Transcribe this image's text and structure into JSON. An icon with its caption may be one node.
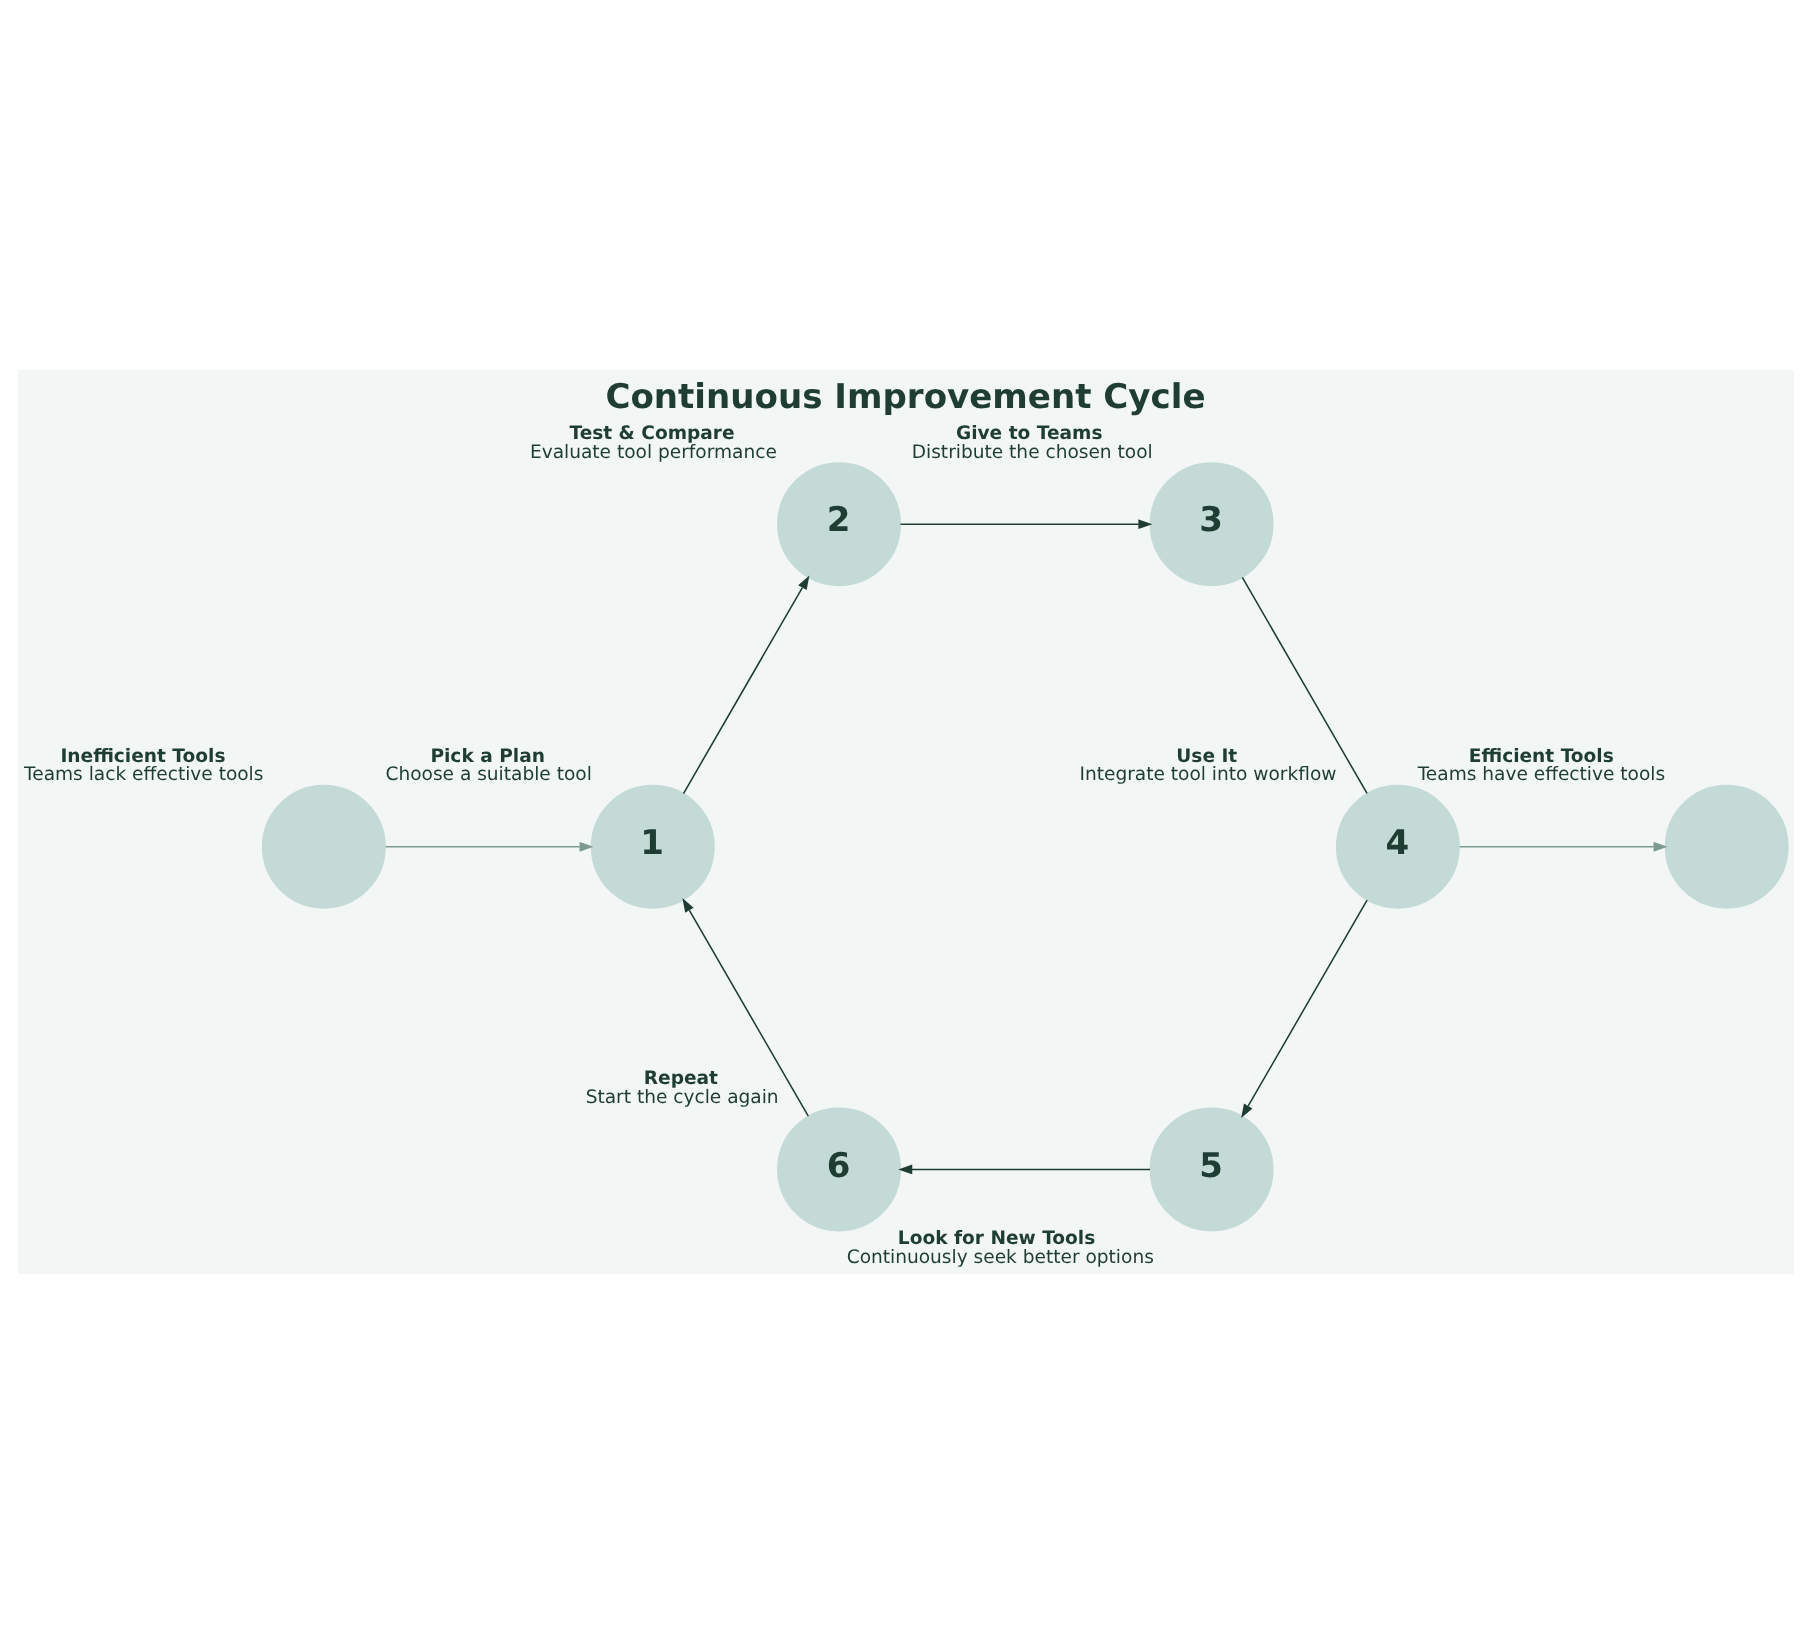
{
  "diagram": {
    "title": "Continuous Improvement Cycle",
    "nodes": [
      {
        "text": [],
        "shape": "circle",
        "beside": [
          "Inefficient Tools",
          "Teams lack effective tools"
        ]
      },
      {
        "text": [
          "1"
        ],
        "beside": [
          "Pick a Plan",
          "Choose a suitable tool"
        ]
      },
      {
        "text": [
          "2"
        ],
        "beside": [
          "Test & Compare",
          "Evaluate tool performance"
        ]
      },
      {
        "text": [
          "3"
        ],
        "beside": [
          "Give to Teams",
          "Distribute the chosen tool"
        ]
      },
      {
        "text": [
          "4"
        ],
        "beside": [
          "Use It",
          "Integrate tool into workflow"
        ]
      },
      {
        "text": [
          "5"
        ],
        "beside": [
          "Look for New Tools",
          "Continuously seek better options"
        ]
      },
      {
        "text": [
          "6"
        ],
        "beside": [
          "Repeat",
          "Start the cycle again"
        ]
      },
      {
        "text": [],
        "shape": "circle",
        "beside": [
          "Efficient Tools",
          "Teams have effective tools"
        ]
      }
    ],
    "edges": [
      {
        "from": 0,
        "to": 1,
        "arrow": "to",
        "color": "#7f9a90"
      },
      {
        "from": 1,
        "to": 2,
        "arrow": "to"
      },
      {
        "from": 2,
        "to": 3,
        "arrow": "to"
      },
      {
        "from": 3,
        "to": 4,
        "arrow": "none"
      },
      {
        "from": 4,
        "to": 5,
        "arrow": "to"
      },
      {
        "from": 5,
        "to": 6,
        "arrow": "to"
      },
      {
        "from": 6,
        "to": 1,
        "arrow": "to"
      },
      {
        "from": 4,
        "to": 7,
        "arrow": "to",
        "color": "#7f9a90"
      }
    ]
  }
}
